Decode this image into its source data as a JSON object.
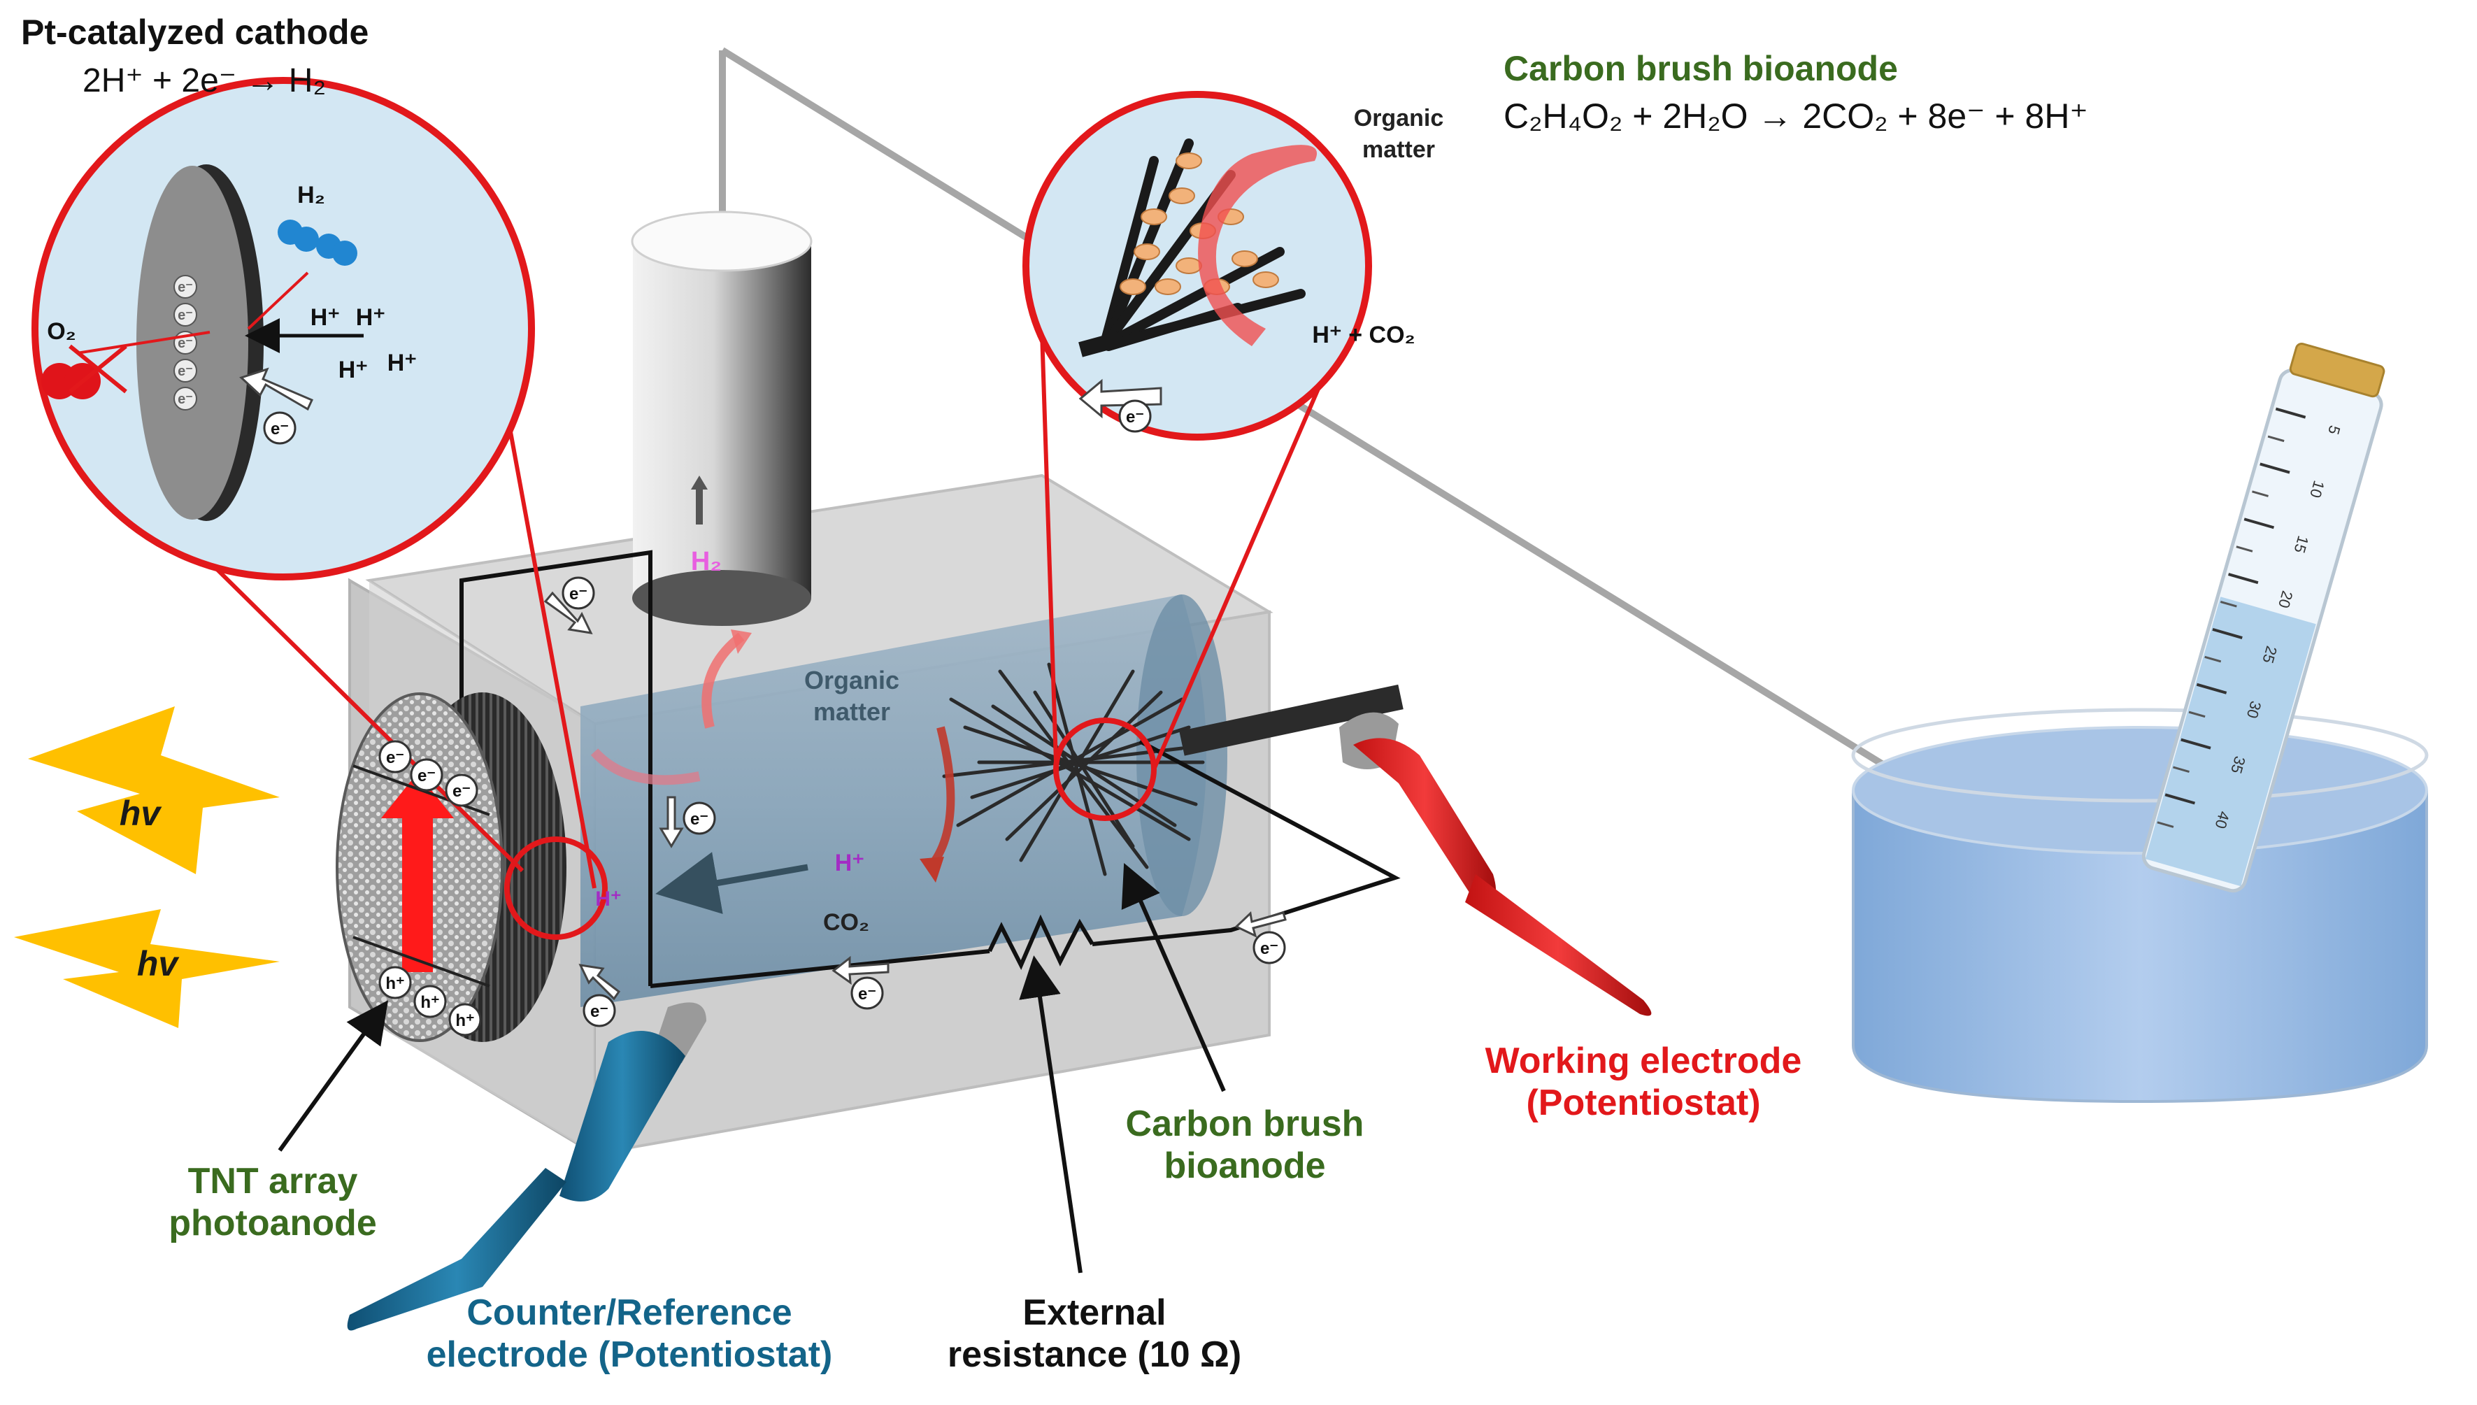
{
  "colors": {
    "label_green": "#3a6b1f",
    "label_red": "#e2181b",
    "label_blue": "#136489",
    "hydrogen_pink": "#e85fe0",
    "proton_purple": "#a32cc4",
    "light_yellow": "#ffc000",
    "water_blue": "#9cc0e6"
  },
  "cathode": {
    "title": "Pt-catalyzed cathode",
    "equation": "2H⁺ + 2e⁻ → H₂",
    "inset": {
      "h2": "H₂",
      "o2": "O₂",
      "hplus": "H⁺",
      "electron": "e⁻"
    }
  },
  "bioanode": {
    "title": "Carbon brush bioanode",
    "equation": "C₂H₄O₂ + 2H₂O → 2CO₂ + 8e⁻ + 8H⁺",
    "inset": {
      "organic_1": "Organic",
      "organic_2": "matter",
      "products": "H⁺ + CO₂",
      "electron": "e⁻"
    }
  },
  "reactor": {
    "h2_label": "H₂",
    "organic_1": "Organic",
    "organic_2": "matter",
    "hplus": "H⁺",
    "co2": "CO₂",
    "electron": "e⁻",
    "hole": "h⁺"
  },
  "light": {
    "label": "hv"
  },
  "labels": {
    "tnt_1": "TNT array",
    "tnt_2": "photoanode",
    "counter_1": "Counter/Reference",
    "counter_2": "electrode (Potentiostat)",
    "ext_1": "External",
    "ext_2": "resistance (10 Ω)",
    "brush_1": "Carbon brush",
    "brush_2": "bioanode",
    "working_1": "Working electrode",
    "working_2": "(Potentiostat)"
  },
  "tube_ticks": [
    "5",
    "10",
    "15",
    "20",
    "25",
    "30",
    "35",
    "40"
  ]
}
